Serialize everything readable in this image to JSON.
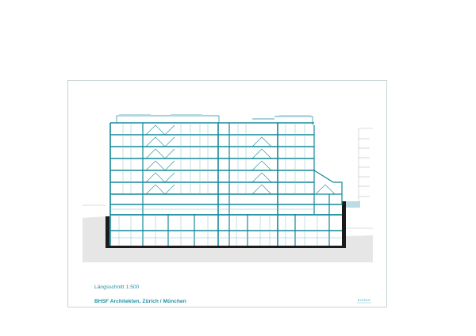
{
  "drawing": {
    "scale_label": "Längsschnitt 1:500",
    "firm_label": "BHSF Architekten, Zürich / München",
    "logo_text": "DIZSAS"
  },
  "colors": {
    "structure": "#13899a",
    "fine_line": "#7fb9c2",
    "ground": "#e6e6e6",
    "ground_dark": "#1b1b1b",
    "neighbour": "#bdbdbd",
    "glass": "#b9dde2"
  }
}
